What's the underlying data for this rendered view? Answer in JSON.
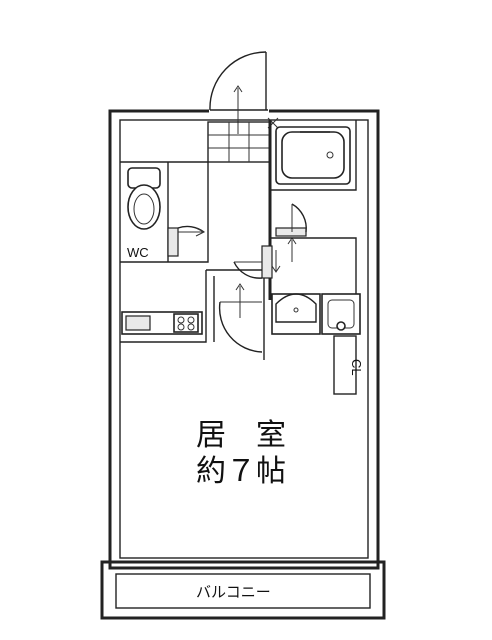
{
  "floorplan": {
    "labels": {
      "wc": "WC",
      "closet": "CL",
      "room_name": "居　室",
      "room_size": "約７帖",
      "balcony": "バルコニー"
    }
  }
}
